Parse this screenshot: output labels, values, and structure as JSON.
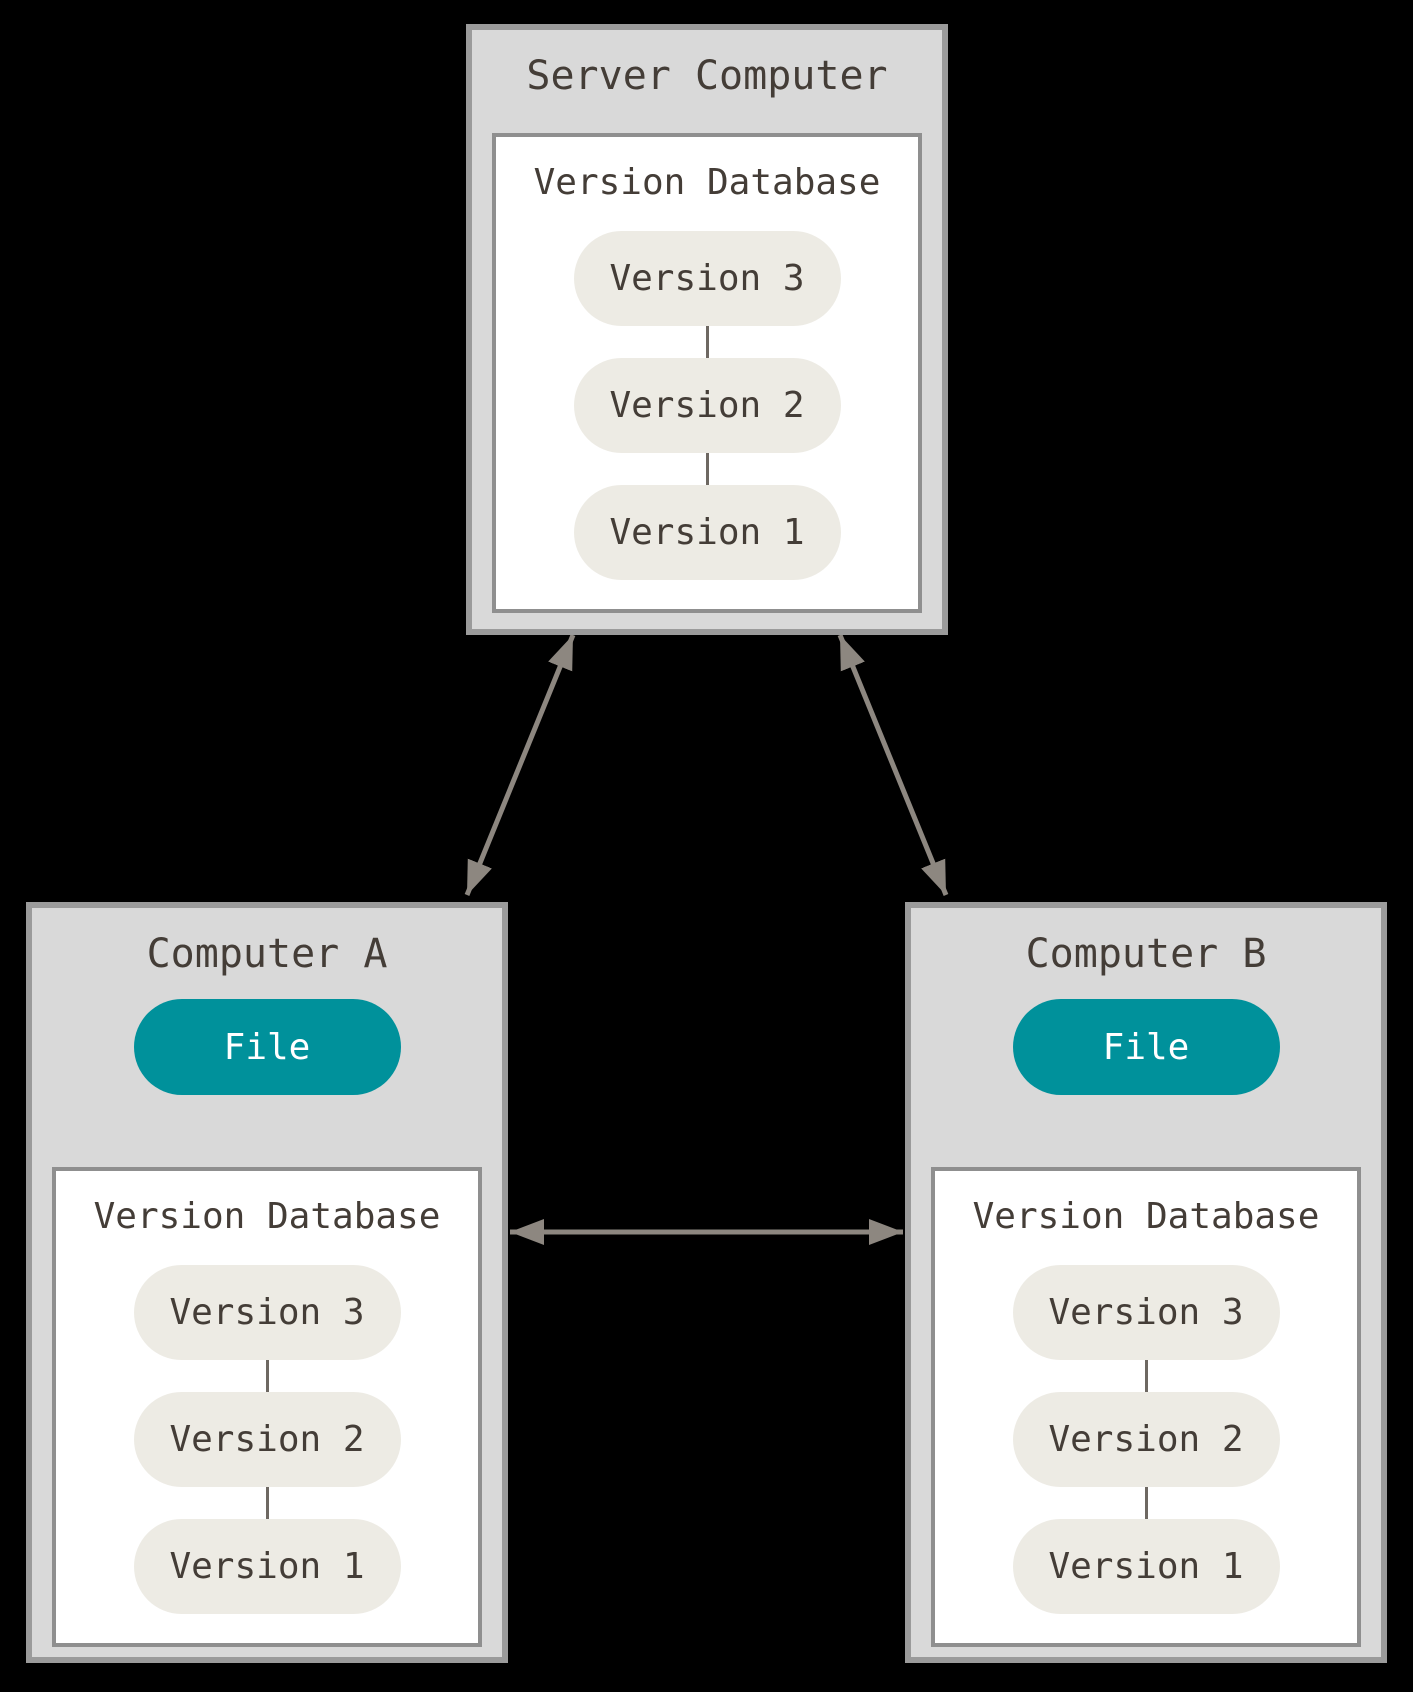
{
  "server": {
    "title": "Server Computer",
    "database_label": "Version Database",
    "versions": [
      "Version 3",
      "Version 2",
      "Version 1"
    ]
  },
  "computer_a": {
    "title": "Computer A",
    "file_label": "File",
    "database_label": "Version Database",
    "versions": [
      "Version 3",
      "Version 2",
      "Version 1"
    ]
  },
  "computer_b": {
    "title": "Computer B",
    "file_label": "File",
    "database_label": "Version Database",
    "versions": [
      "Version 3",
      "Version 2",
      "Version 1"
    ]
  },
  "colors": {
    "background": "#000000",
    "box_fill": "#d9d9d9",
    "box_border": "#9b9b9b",
    "inner_fill": "#ffffff",
    "inner_border": "#8f8f8f",
    "pill_fill": "#edebe4",
    "text": "#443d37",
    "file_fill": "#00919b",
    "file_text": "#ffffff",
    "arrow": "#8d8780",
    "connector": "#6e6862"
  }
}
